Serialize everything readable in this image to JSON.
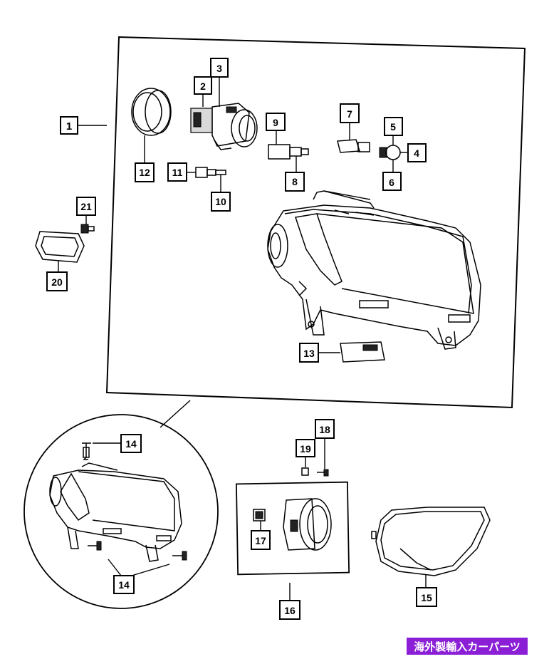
{
  "labels": {
    "n1": "1",
    "n2": "2",
    "n3": "3",
    "n4": "4",
    "n5": "5",
    "n6": "6",
    "n7": "7",
    "n8": "8",
    "n9": "9",
    "n10": "10",
    "n11": "11",
    "n12": "12",
    "n13": "13",
    "n14a": "14",
    "n14b": "14",
    "n15": "15",
    "n16": "16",
    "n17": "17",
    "n18": "18",
    "n19": "19",
    "n20": "20",
    "n21": "21"
  },
  "watermark": {
    "text": "海外製輸入カーパーツ",
    "bg": "#8a1fd6",
    "fg": "#ffffff"
  }
}
